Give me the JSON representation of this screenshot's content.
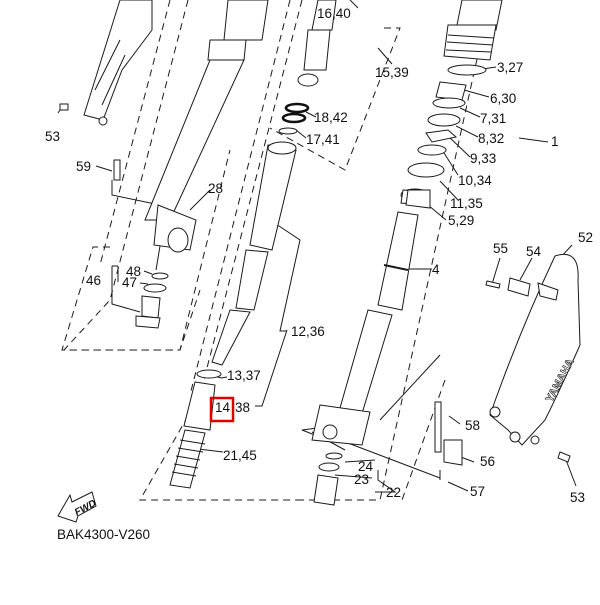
{
  "diagram": {
    "title_code": "BAK4300-V260",
    "fwd_label": "FWD",
    "highlight_color": "#e10000",
    "highlighted_callout": "14",
    "callouts": [
      {
        "id": "c-16-40",
        "label": "16,40"
      },
      {
        "id": "c-15-39",
        "label": "15,39"
      },
      {
        "id": "c-18-42",
        "label": "18,42"
      },
      {
        "id": "c-17-41",
        "label": "17,41"
      },
      {
        "id": "c-3-27",
        "label": "3,27"
      },
      {
        "id": "c-6-30",
        "label": "6,30"
      },
      {
        "id": "c-7-31",
        "label": "7,31"
      },
      {
        "id": "c-8-32",
        "label": "8,32"
      },
      {
        "id": "c-9-33",
        "label": "9,33"
      },
      {
        "id": "c-10-34",
        "label": "10,34"
      },
      {
        "id": "c-11-35",
        "label": "11,35"
      },
      {
        "id": "c-5-29",
        "label": "5,29"
      },
      {
        "id": "c-1",
        "label": "1"
      },
      {
        "id": "c-4",
        "label": "4"
      },
      {
        "id": "c-53a",
        "label": "53"
      },
      {
        "id": "c-59",
        "label": "59"
      },
      {
        "id": "c-28",
        "label": "28"
      },
      {
        "id": "c-48",
        "label": "48"
      },
      {
        "id": "c-47",
        "label": "47"
      },
      {
        "id": "c-46",
        "label": "46"
      },
      {
        "id": "c-12-36",
        "label": "12,36"
      },
      {
        "id": "c-13-37",
        "label": "13,37"
      },
      {
        "id": "c-14",
        "label": "14"
      },
      {
        "id": "c-38",
        "label": "38"
      },
      {
        "id": "c-21-45",
        "label": "21,45"
      },
      {
        "id": "c-24",
        "label": "24"
      },
      {
        "id": "c-23",
        "label": "23"
      },
      {
        "id": "c-22",
        "label": "22"
      },
      {
        "id": "c-58",
        "label": "58"
      },
      {
        "id": "c-56",
        "label": "56"
      },
      {
        "id": "c-57",
        "label": "57"
      },
      {
        "id": "c-55",
        "label": "55"
      },
      {
        "id": "c-54",
        "label": "54"
      },
      {
        "id": "c-52",
        "label": "52"
      },
      {
        "id": "c-53b",
        "label": "53"
      }
    ],
    "guard_brand_text": "YAMAHA"
  }
}
